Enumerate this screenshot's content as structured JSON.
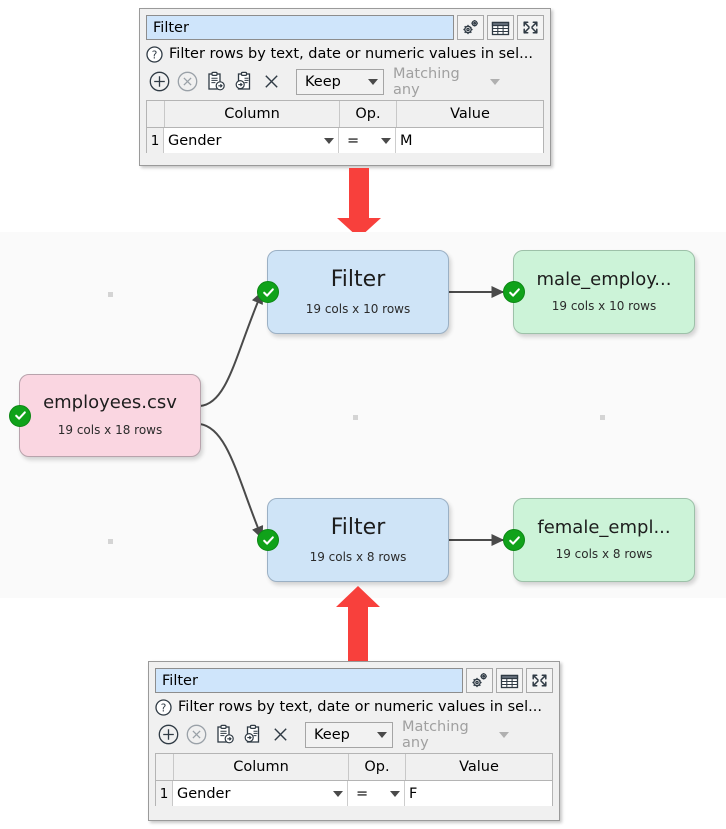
{
  "app": {
    "canvas_bg": "#fafafa",
    "accent_red": "#f8403c",
    "status_green": "#10a21a"
  },
  "canvas": {
    "nodes": [
      {
        "id": "source",
        "name": "employees.csv",
        "subtitle": "19 cols x 18 rows",
        "color": "#fad6e1",
        "status": "ok"
      },
      {
        "id": "filter-male",
        "name": "Filter",
        "subtitle": "19 cols x 10 rows",
        "color": "#cfe4f7",
        "status": "ok"
      },
      {
        "id": "output-male",
        "name": "male_employ...",
        "subtitle": "19 cols x 10 rows",
        "color": "#ccf3d8",
        "status": "ok"
      },
      {
        "id": "filter-female",
        "name": "Filter",
        "subtitle": "19 cols x 8 rows",
        "color": "#cfe4f7",
        "status": "ok"
      },
      {
        "id": "output-female",
        "name": "female_empl...",
        "subtitle": "19 cols x 8 rows",
        "color": "#ccf3d8",
        "status": "ok"
      }
    ]
  },
  "panel_top": {
    "item_name": "Filter",
    "description": "Filter rows by text, date or numeric values in sel...",
    "mode": "Keep",
    "match": "Matching any",
    "table": {
      "headers": [
        "Column",
        "Op.",
        "Value"
      ],
      "rows": [
        {
          "num": "1",
          "column": "Gender",
          "op": "=",
          "value": "M"
        }
      ]
    }
  },
  "panel_bottom": {
    "item_name": "Filter",
    "description": "Filter rows by text, date or numeric values in sel...",
    "mode": "Keep",
    "match": "Matching any",
    "table": {
      "headers": [
        "Column",
        "Op.",
        "Value"
      ],
      "rows": [
        {
          "num": "1",
          "column": "Gender",
          "op": "=",
          "value": "F"
        }
      ]
    }
  }
}
